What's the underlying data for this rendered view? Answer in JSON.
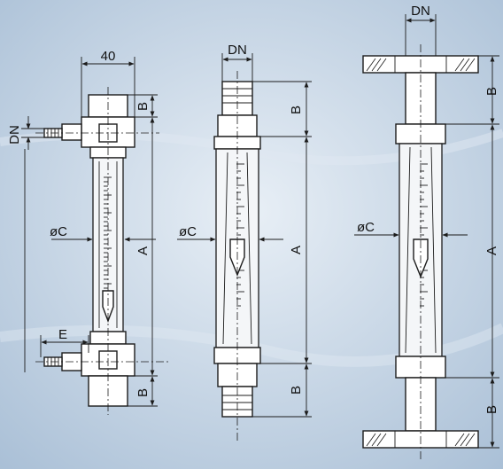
{
  "labels": {
    "width": "40",
    "dn_left": "DN",
    "dn_middle": "DN",
    "dn_right": "DN",
    "c_left": "øC",
    "c_middle": "øC",
    "c_right": "øC",
    "e": "E",
    "a": "A",
    "b": "B"
  },
  "colors": {
    "background": "#c4d5e6",
    "line": "#1c1c1c",
    "part_fill": "#ffffff"
  }
}
